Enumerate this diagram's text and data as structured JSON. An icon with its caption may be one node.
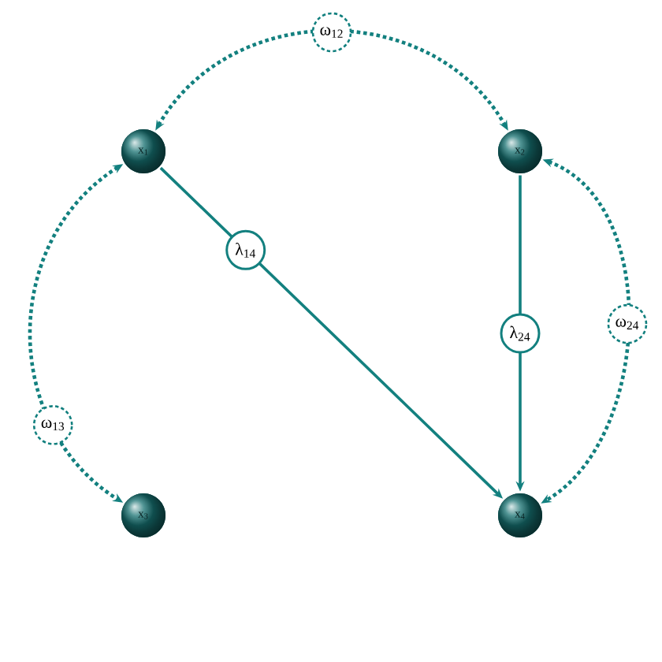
{
  "diagram": {
    "nodes": [
      {
        "text": [
          "x$_{1}$"
        ]
      },
      {
        "text": [
          "x$_{2}$"
        ]
      },
      {
        "text": [
          "x$_{3}$"
        ]
      },
      {
        "text": [
          "x$_{4}$"
        ]
      }
    ],
    "edges": [
      {
        "from": 0,
        "to": 1,
        "arrow": "both",
        "label": "ω$_{12}$",
        "style": "dashed"
      },
      {
        "from": 0,
        "to": 2,
        "arrow": "both",
        "label": "ω$_{13}$",
        "style": "dashed"
      },
      {
        "from": 0,
        "to": 3,
        "arrow": "to",
        "label": "λ$_{14}$"
      },
      {
        "from": 1,
        "to": 3,
        "arrow": "to",
        "label": "λ$_{24}$"
      },
      {
        "from": 1,
        "to": 3,
        "arrow": "both",
        "label": "ω$_{24}$",
        "style": "dashed"
      }
    ]
  }
}
